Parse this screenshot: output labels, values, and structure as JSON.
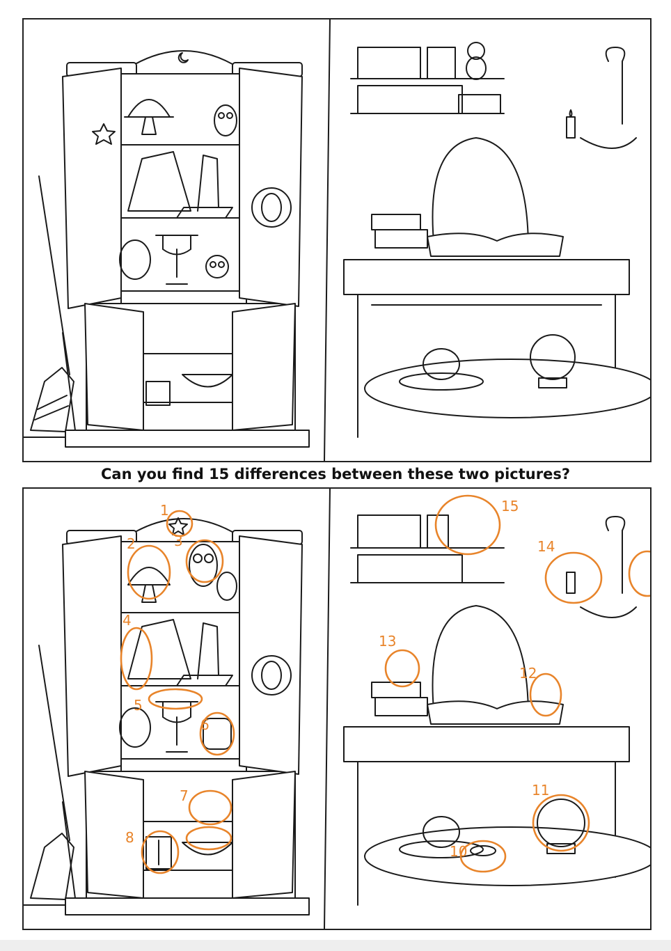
{
  "question": "Can you find 15 differences between these two pictures?",
  "answer_marks": [
    {
      "number": "1"
    },
    {
      "number": "2"
    },
    {
      "number": "3"
    },
    {
      "number": "4"
    },
    {
      "number": "5"
    },
    {
      "number": "6"
    },
    {
      "number": "7"
    },
    {
      "number": "8"
    },
    {
      "number": "10"
    },
    {
      "number": "11"
    },
    {
      "number": "12"
    },
    {
      "number": "13"
    },
    {
      "number": "14"
    },
    {
      "number": "15"
    }
  ],
  "colors": {
    "ink": "#1a1a1a",
    "marker": "#e8842a",
    "paper": "#ffffff"
  },
  "icons": [
    "moon-icon",
    "star-icon",
    "sun-icon",
    "cat-icon",
    "owl-icon",
    "skull-icon",
    "candle-icon",
    "crystal-ball-icon",
    "teapot-icon",
    "broom-icon"
  ]
}
